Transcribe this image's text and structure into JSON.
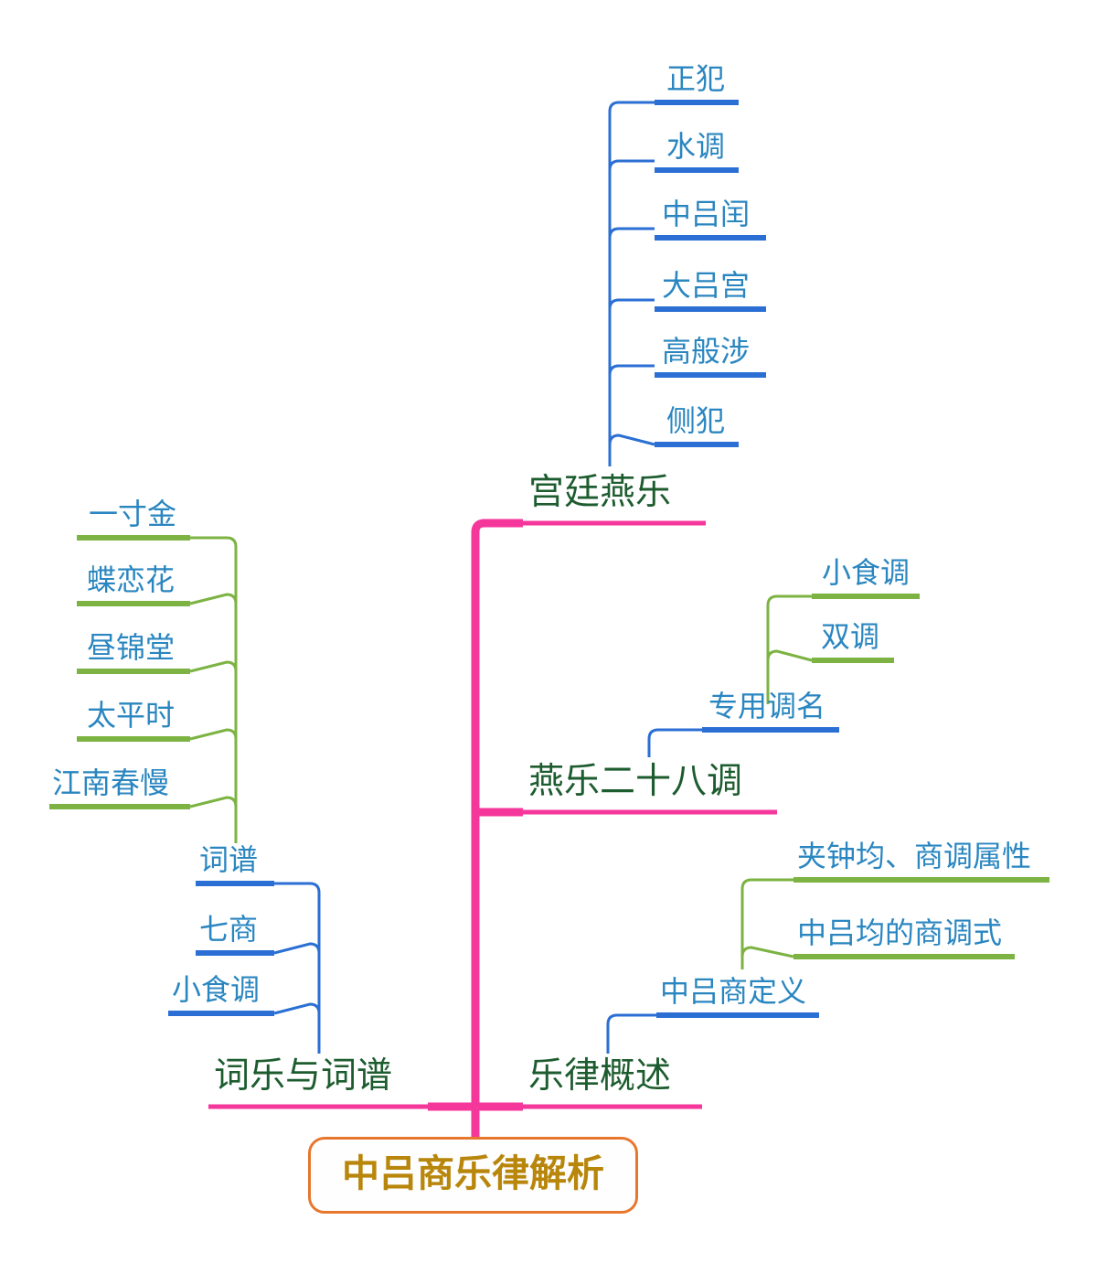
{
  "diagram": {
    "type": "mind-map",
    "title": "中吕商乐律解析",
    "orientation": "bottom-root-upward",
    "colors": {
      "root_border": "#e8772e",
      "root_text": "#b8860b",
      "spine_pink": "#f5369b",
      "level1_text": "#1d5c2e",
      "leaf_text": "#2a86c0",
      "branch_blue": "#2b6fd4",
      "branch_green": "#7cb342"
    }
  },
  "root": {
    "label": "中吕商乐律解析"
  },
  "branches": [
    {
      "label": "宫廷燕乐",
      "connector": "blue",
      "children": [
        {
          "label": "正犯"
        },
        {
          "label": "水调"
        },
        {
          "label": "中吕闰"
        },
        {
          "label": "大吕宫"
        },
        {
          "label": "高般涉"
        },
        {
          "label": "侧犯"
        }
      ]
    },
    {
      "label": "燕乐二十八调",
      "connector": "blue",
      "children": [
        {
          "label": "专用调名",
          "connector": "green",
          "children": [
            {
              "label": "小食调"
            },
            {
              "label": "双调"
            }
          ]
        }
      ]
    },
    {
      "label": "乐律概述",
      "connector": "blue",
      "children": [
        {
          "label": "中吕商定义",
          "connector": "green",
          "children": [
            {
              "label": "夹钟均、商调属性"
            },
            {
              "label": "中吕均的商调式"
            }
          ]
        }
      ]
    },
    {
      "label": "词乐与词谱",
      "connector": "blue",
      "children": [
        {
          "label": "词谱",
          "connector": "green",
          "children": [
            {
              "label": "一寸金"
            },
            {
              "label": "蝶恋花"
            },
            {
              "label": "昼锦堂"
            },
            {
              "label": "太平时"
            },
            {
              "label": "江南春慢"
            }
          ]
        },
        {
          "label": "七商"
        },
        {
          "label": "小食调"
        }
      ]
    }
  ],
  "nodes": {
    "root": "中吕商乐律解析",
    "gongting_yanle": "宫廷燕乐",
    "zhengfan": "正犯",
    "shuidiao": "水调",
    "zhonglv_run": "中吕闰",
    "dalv_gong": "大吕宫",
    "gaobanshe": "高般涉",
    "cefan": "侧犯",
    "yanle28": "燕乐二十八调",
    "zhuanyong_diaoming": "专用调名",
    "xiaoshidiao_a": "小食调",
    "shuangdiao": "双调",
    "yuelv_gaishu": "乐律概述",
    "zhonglvshang_dingyi": "中吕商定义",
    "jiazhongjun": "夹钟均、商调属性",
    "zhonglvjun": "中吕均的商调式",
    "cile_yu_cipu": "词乐与词谱",
    "cipu": "词谱",
    "yicunjin": "一寸金",
    "dielianhua": "蝶恋花",
    "zhoujintang": "昼锦堂",
    "taipingshi": "太平时",
    "jiangnanchunman": "江南春慢",
    "qishang": "七商",
    "xiaoshidiao_b": "小食调"
  }
}
